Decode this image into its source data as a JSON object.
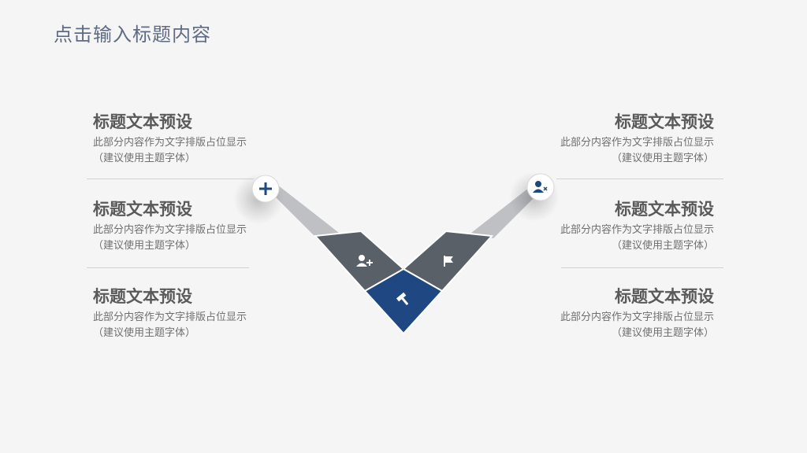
{
  "title": "点击输入标题内容",
  "left_items": [
    {
      "heading": "标题文本预设",
      "line1": "此部分内容作为文字排版占位显示",
      "line2": "（建议使用主题字体）"
    },
    {
      "heading": "标题文本预设",
      "line1": "此部分内容作为文字排版占位显示",
      "line2": "（建议使用主题字体）"
    },
    {
      "heading": "标题文本预设",
      "line1": "此部分内容作为文字排版占位显示",
      "line2": "（建议使用主题字体）"
    }
  ],
  "right_items": [
    {
      "heading": "标题文本预设",
      "line1": "此部分内容作为文字排版占位显示",
      "line2": "（建议使用主题字体）"
    },
    {
      "heading": "标题文本预设",
      "line1": "此部分内容作为文字排版占位显示",
      "line2": "（建议使用主题字体）"
    },
    {
      "heading": "标题文本预设",
      "line1": "此部分内容作为文字排版占位显示",
      "line2": "（建议使用主题字体）"
    }
  ],
  "icons": {
    "left_circle": "plus-icon",
    "right_circle": "user-remove-icon",
    "left_block": "user-add-icon",
    "right_block": "flag-icon",
    "center_block": "hammer-icon"
  },
  "colors": {
    "accent": "#1f4782",
    "gray_block": "#596068",
    "light_band": "#bfc0c4"
  }
}
